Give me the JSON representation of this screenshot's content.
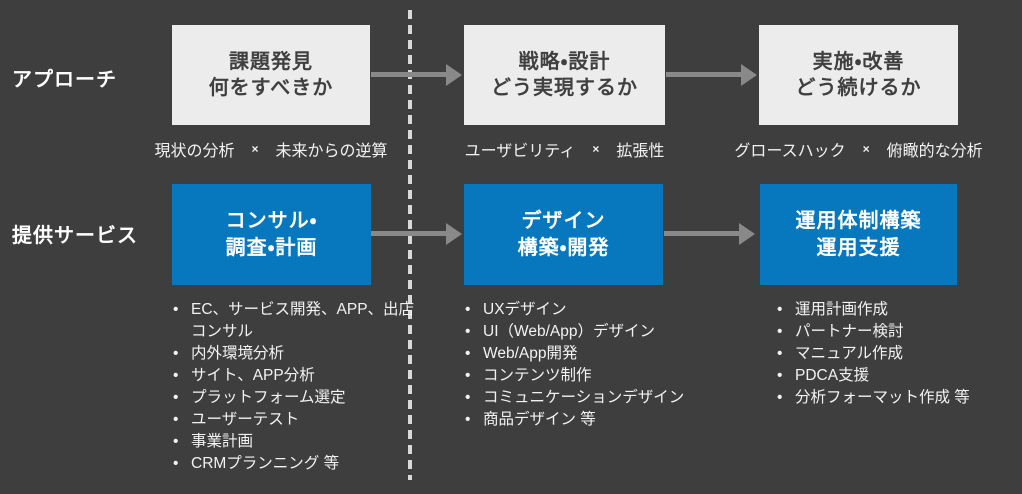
{
  "colors": {
    "background": "#3E3E3E",
    "box_gray": "#ECECEC",
    "box_blue": "#0878BE",
    "title_dark": "#404040",
    "text_light": "#F2F2F2",
    "arrow": "#898989",
    "dashed_line": "#D9D9D9"
  },
  "labels": {
    "approach": "アプローチ",
    "services": "提供サービス"
  },
  "columns": [
    {
      "phase": [
        "課題発見",
        "何をすべきか"
      ],
      "caption": {
        "left": "現状の分析",
        "times": "×",
        "right": "未来からの逆算"
      },
      "service": [
        "コンサル・",
        "調査・計画"
      ],
      "bullets": [
        "EC、サービス開発、APP、出店コンサル",
        "内外環境分析",
        "サイト、APP分析",
        "プラットフォーム選定",
        "ユーザーテスト",
        "事業計画",
        "CRMプランニング 等"
      ]
    },
    {
      "phase": [
        "戦略・設計",
        "どう実現するか"
      ],
      "caption": {
        "left": "ユーザビリティ",
        "times": "×",
        "right": "拡張性"
      },
      "service": [
        "デザイン",
        "構築・開発"
      ],
      "bullets": [
        "UXデザイン",
        "UI（Web/App）デザイン",
        "Web/App開発",
        "コンテンツ制作",
        "コミュニケーションデザイン",
        "商品デザイン 等"
      ]
    },
    {
      "phase": [
        "実施・改善",
        "どう続けるか"
      ],
      "caption": {
        "left": "グロースハック",
        "times": "×",
        "right": "俯瞰的な分析"
      },
      "service": [
        "運用体制構築",
        "運用支援"
      ],
      "bullets": [
        "運用計画作成",
        "パートナー検討",
        "マニュアル作成",
        "PDCA支援",
        "分析フォーマット作成 等"
      ]
    }
  ]
}
